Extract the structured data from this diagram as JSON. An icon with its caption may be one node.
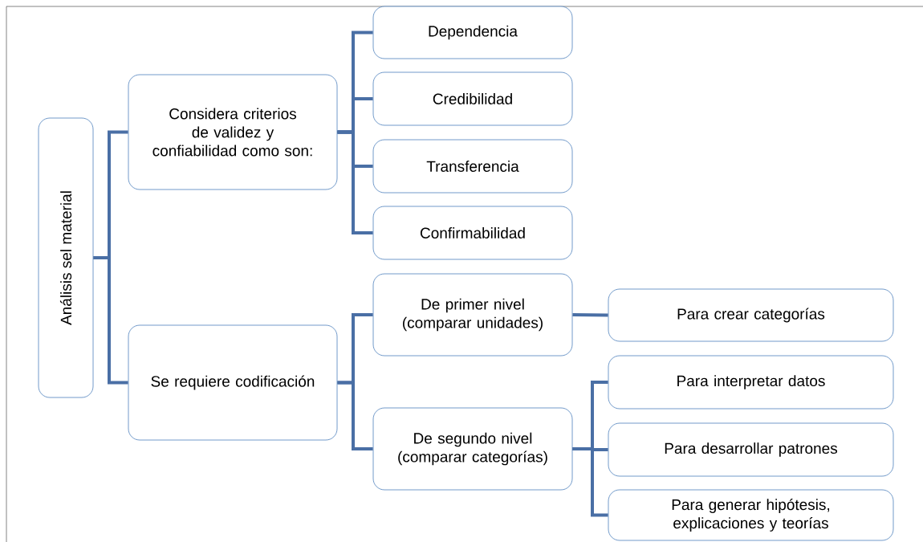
{
  "diagram": {
    "nodes": [
      {
        "text": [
          "Análisis sel material"
        ]
      },
      {
        "text": [
          "Considera criterios de validez y confiabilidad como son:"
        ]
      },
      {
        "text": [
          "Dependencia"
        ]
      },
      {
        "text": [
          "Credibilidad"
        ]
      },
      {
        "text": [
          "Transferencia"
        ]
      },
      {
        "text": [
          "Confirmabilidad"
        ]
      },
      {
        "text": [
          "Se requiere codificación"
        ]
      },
      {
        "text": [
          "De primer nivel (comparar unidades)"
        ]
      },
      {
        "text": [
          "De segundo nivel (comparar categorías)"
        ]
      },
      {
        "text": [
          "Para crear categorías"
        ]
      },
      {
        "text": [
          "Para interpretar datos"
        ]
      },
      {
        "text": [
          "Para desarrollar patrones"
        ]
      },
      {
        "text": [
          "Para generar hipótesis, explicaciones y teorías"
        ]
      }
    ],
    "edges": [
      {
        "from": 0,
        "to": 1,
        "arrow": "none"
      },
      {
        "from": 0,
        "to": 6,
        "arrow": "none"
      },
      {
        "from": 1,
        "to": 2,
        "arrow": "none"
      },
      {
        "from": 1,
        "to": 3,
        "arrow": "none"
      },
      {
        "from": 1,
        "to": 4,
        "arrow": "none"
      },
      {
        "from": 1,
        "to": 5,
        "arrow": "none"
      },
      {
        "from": 6,
        "to": 7,
        "arrow": "none"
      },
      {
        "from": 6,
        "to": 8,
        "arrow": "none"
      },
      {
        "from": 7,
        "to": 9,
        "arrow": "none"
      },
      {
        "from": 8,
        "to": 10,
        "arrow": "none"
      },
      {
        "from": 8,
        "to": 11,
        "arrow": "none"
      },
      {
        "from": 8,
        "to": 12,
        "arrow": "none"
      }
    ]
  }
}
